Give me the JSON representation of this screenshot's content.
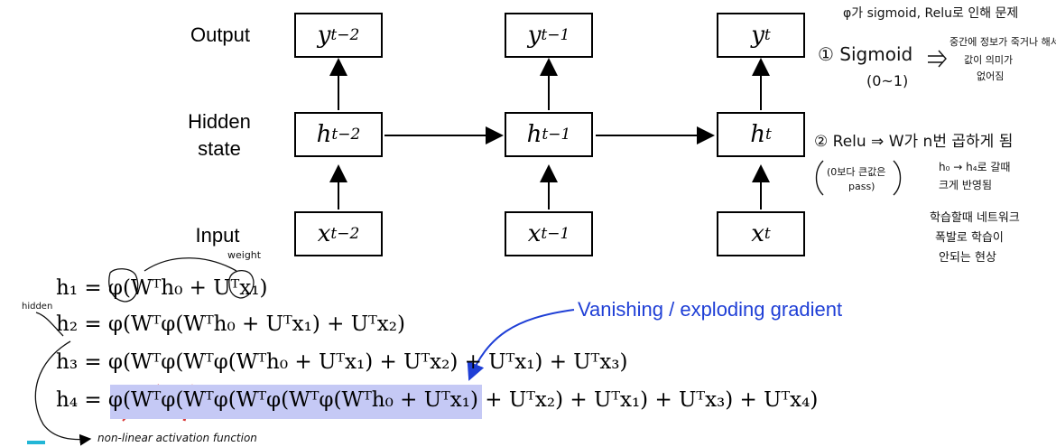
{
  "labels": {
    "output": "Output",
    "hidden": "Hidden\nstate",
    "input": "Input"
  },
  "boxes": {
    "y": [
      "y_{t−2}",
      "y_{t−1}",
      "y_t"
    ],
    "h": [
      "h_{t−2}",
      "h_{t−1}",
      "h_t"
    ],
    "x": [
      "x_{t−2}",
      "x_{t−1}",
      "x_t"
    ]
  },
  "box_text": {
    "y": [
      {
        "base": "y",
        "sub": "t−2"
      },
      {
        "base": "y",
        "sub": "t−1"
      },
      {
        "base": "y",
        "sub": "t"
      }
    ],
    "h": [
      {
        "base": "h",
        "sub": "t−2"
      },
      {
        "base": "h",
        "sub": "t−1"
      },
      {
        "base": "h",
        "sub": "t"
      }
    ],
    "x": [
      {
        "base": "x",
        "sub": "t−2"
      },
      {
        "base": "x",
        "sub": "t−1"
      },
      {
        "base": "x",
        "sub": "t"
      }
    ]
  },
  "equations": {
    "h1": "h₁ = φ(Wᵀh₀ + Uᵀx₁)",
    "h2": "h₂ = φ(Wᵀφ(Wᵀh₀ + Uᵀx₁) + Uᵀx₂)",
    "h3": "h₃ = φ(Wᵀφ(Wᵀφ(Wᵀh₀ + Uᵀx₁) + Uᵀx₂) + Uᵀx₁) + Uᵀx₃)",
    "h4_highlight": "h₄ = φ(Wᵀφ(Wᵀφ(Wᵀφ(Wᵀφ(Wᵀh₀",
    "h4_rest": " + Uᵀx₁) + Uᵀx₂) + Uᵀx₁) + Uᵀx₃) + Uᵀx₄)"
  },
  "annotation": {
    "vanishing": "Vanishing / exploding gradient",
    "highlight_color": "#c5c9f5",
    "arrow_color": "#1f3fd6"
  },
  "handwritten": {
    "top": "φ가 sigmoid, Relu로 인해 문제",
    "sigmoid_title": "① Sigmoid",
    "sigmoid_range": "(0~1)",
    "sigmoid_note1": "중간에 정보가 죽거나 해서",
    "sigmoid_note2": "값이 의미가",
    "sigmoid_note3": "없어짐",
    "relu_title": "② Relu ⇒ W가 n번 곱하게 됨",
    "relu_range": "(0보다 큰값은",
    "relu_pass": "pass)",
    "relu_note1": "h₀ → h₄로 갈때",
    "relu_note2": "크게 반영됨",
    "learn_note1": "학습할때 네트워크",
    "learn_note2": "폭발로 학습이",
    "learn_note3": "안되는 현상",
    "weight": "weight",
    "hidden": "hidden",
    "nonlinear": "non-linear activation function"
  }
}
